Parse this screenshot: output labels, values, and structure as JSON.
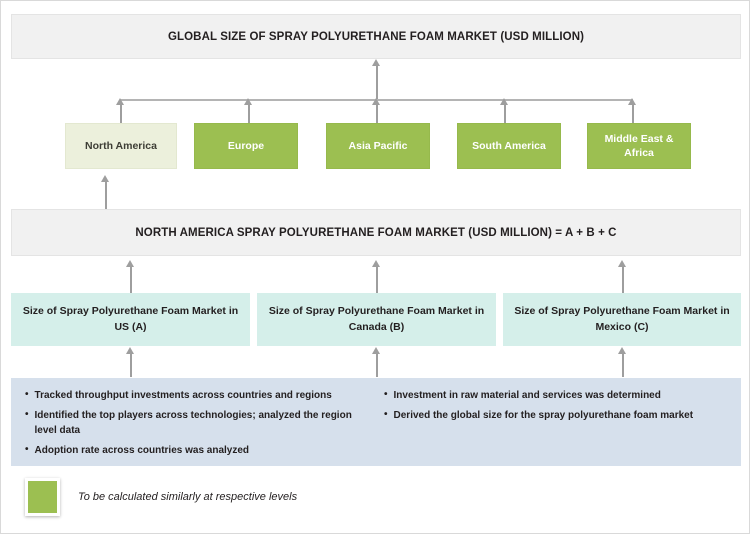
{
  "banners": {
    "global": "GLOBAL SIZE OF SPRAY POLYURETHANE FOAM MARKET (USD MILLION)",
    "north_america": "NORTH AMERICA SPRAY POLYURETHANE FOAM MARKET (USD MILLION) = A + B + C"
  },
  "regions": [
    {
      "label": "North America",
      "style": "pale"
    },
    {
      "label": "Europe",
      "style": "green"
    },
    {
      "label": "Asia Pacific",
      "style": "green"
    },
    {
      "label": "South America",
      "style": "green"
    },
    {
      "label": "Middle East & Africa",
      "style": "green"
    }
  ],
  "countries": [
    {
      "label": "Size of Spray Polyurethane Foam Market in US (A)"
    },
    {
      "label": "Size of Spray Polyurethane Foam Market in Canada (B)"
    },
    {
      "label": "Size of Spray Polyurethane Foam Market in Mexico (C)"
    }
  ],
  "notes": {
    "left": [
      "Tracked throughput investments across countries and regions",
      "Identified the top players across technologies; analyzed  the region level data",
      "Adoption rate across countries was analyzed"
    ],
    "right": [
      "Investment in raw material and services was determined",
      "Derived the global size for the spray polyurethane foam market"
    ],
    "bullet": "•"
  },
  "legend": {
    "text": "To be calculated similarly at respective levels",
    "swatch_color": "#9cbf51"
  },
  "colors": {
    "banner_fill": "#f1f1f1",
    "region_green": "#9cbf51",
    "region_pale": "#ecf0dc",
    "country_teal": "#d5efea",
    "notes_blue": "#d6e0ec",
    "arrow_gray": "#9e9e9e"
  }
}
